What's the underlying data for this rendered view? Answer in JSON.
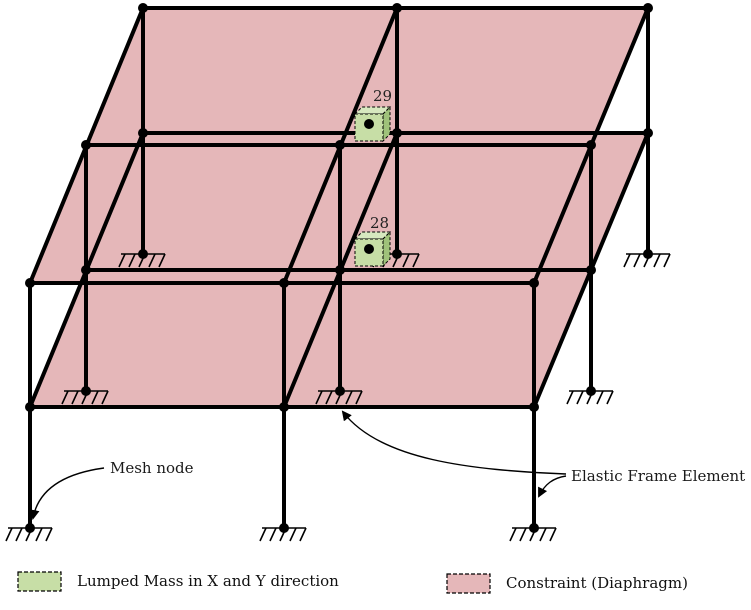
{
  "nodes": {
    "upper_mass_label": "29",
    "lower_mass_label": "28"
  },
  "annotations": {
    "mesh_node": "Mesh node",
    "elastic_frame": "Elastic Frame Element"
  },
  "legend": {
    "lumped_mass": "Lumped Mass in X and Y direction",
    "constraint": "Constraint (Diaphragm)"
  },
  "colors": {
    "diaphragm": "#e5b7b9",
    "mass_fill": "#c7dea6",
    "frame": "#000000"
  },
  "icons": [
    "fixed-support-icon",
    "mass-node-icon",
    "diaphragm-swatch-icon",
    "mass-swatch-icon"
  ]
}
